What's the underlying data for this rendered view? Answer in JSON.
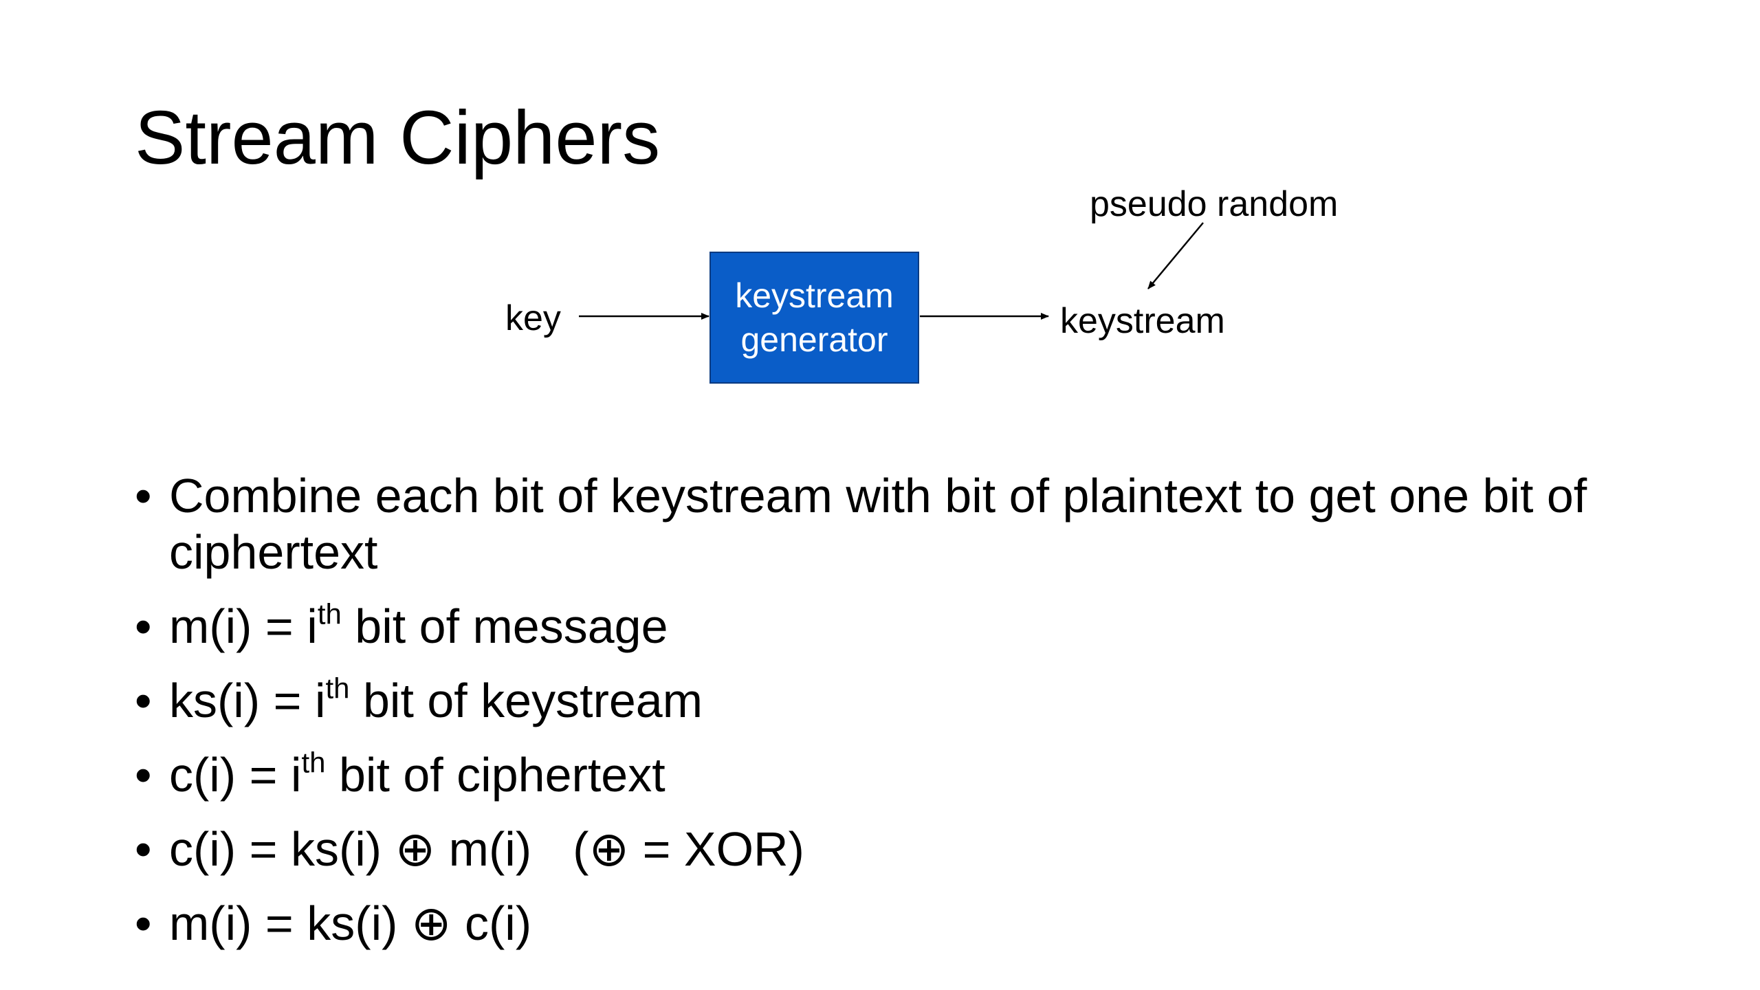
{
  "slide": {
    "title": "Stream Ciphers"
  },
  "diagram": {
    "input_label": "key",
    "box_line1": "keystream",
    "box_line2": "generator",
    "output_label": "keystream",
    "annotation": "pseudo random",
    "box_color": "#0a5dc8"
  },
  "bullets": {
    "b1": "Combine each bit of keystream with bit of plaintext to get one bit of ciphertext",
    "b2_prefix": "m(i) = i",
    "b2_sup": "th",
    "b2_suffix": " bit of message",
    "b3_prefix": "ks(i) = i",
    "b3_sup": "th",
    "b3_suffix": " bit of keystream",
    "b4_prefix": "c(i) = i",
    "b4_sup": "th",
    "b4_suffix": " bit of ciphertext",
    "b5_main": "c(i) = ks(i) ⊕ m(i)",
    "b5_note": "(⊕ = XOR)",
    "b6": "m(i) = ks(i) ⊕ c(i)",
    "marker": "•"
  }
}
